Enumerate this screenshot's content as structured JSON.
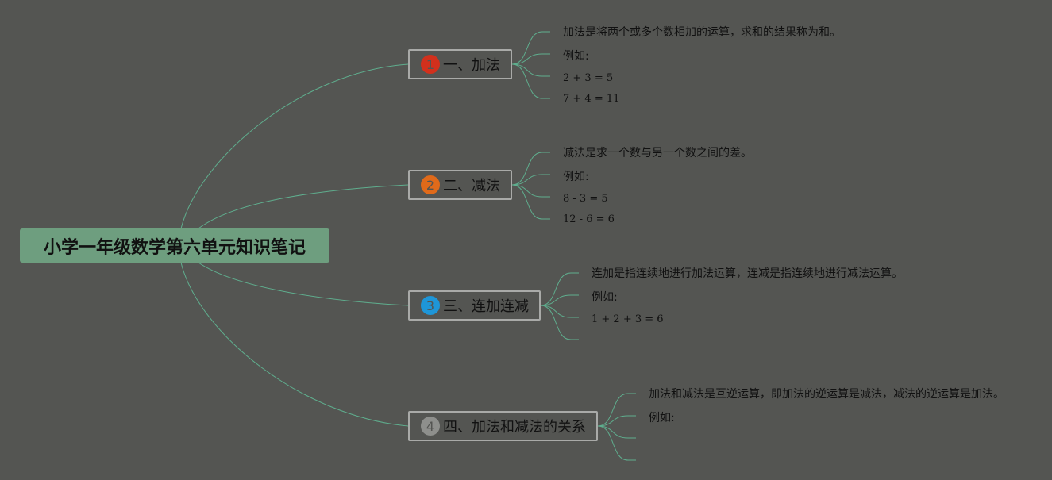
{
  "root": {
    "title": "小学一年级数学第六单元知识笔记",
    "color": "#6e9e7f"
  },
  "branches": [
    {
      "number": "1",
      "label": "一、加法",
      "badge_color": "#d2301c",
      "leaves": [
        "加法是将两个或多个数相加的运算，求和的结果称为和。",
        "例如:",
        "2 + 3 = 5",
        "7 + 4 = 11"
      ]
    },
    {
      "number": "2",
      "label": "二、减法",
      "badge_color": "#e06a1a",
      "leaves": [
        "减法是求一个数与另一个数之间的差。",
        "例如:",
        "8 - 3 = 5",
        "12 - 6 = 6"
      ]
    },
    {
      "number": "3",
      "label": "三、连加连减",
      "badge_color": "#1e96d8",
      "leaves": [
        "连加是指连续地进行加法运算，连减是指连续地进行减法运算。",
        "例如:",
        "1 + 2 + 3 = 6",
        ""
      ]
    },
    {
      "number": "4",
      "label": "四、加法和减法的关系",
      "badge_color": "#8e8f8c",
      "leaves": [
        "加法和减法是互逆运算，即加法的逆运算是减法，减法的逆运算是加法。",
        "例如:",
        "",
        ""
      ]
    }
  ],
  "connector_color": "#5fae8e"
}
